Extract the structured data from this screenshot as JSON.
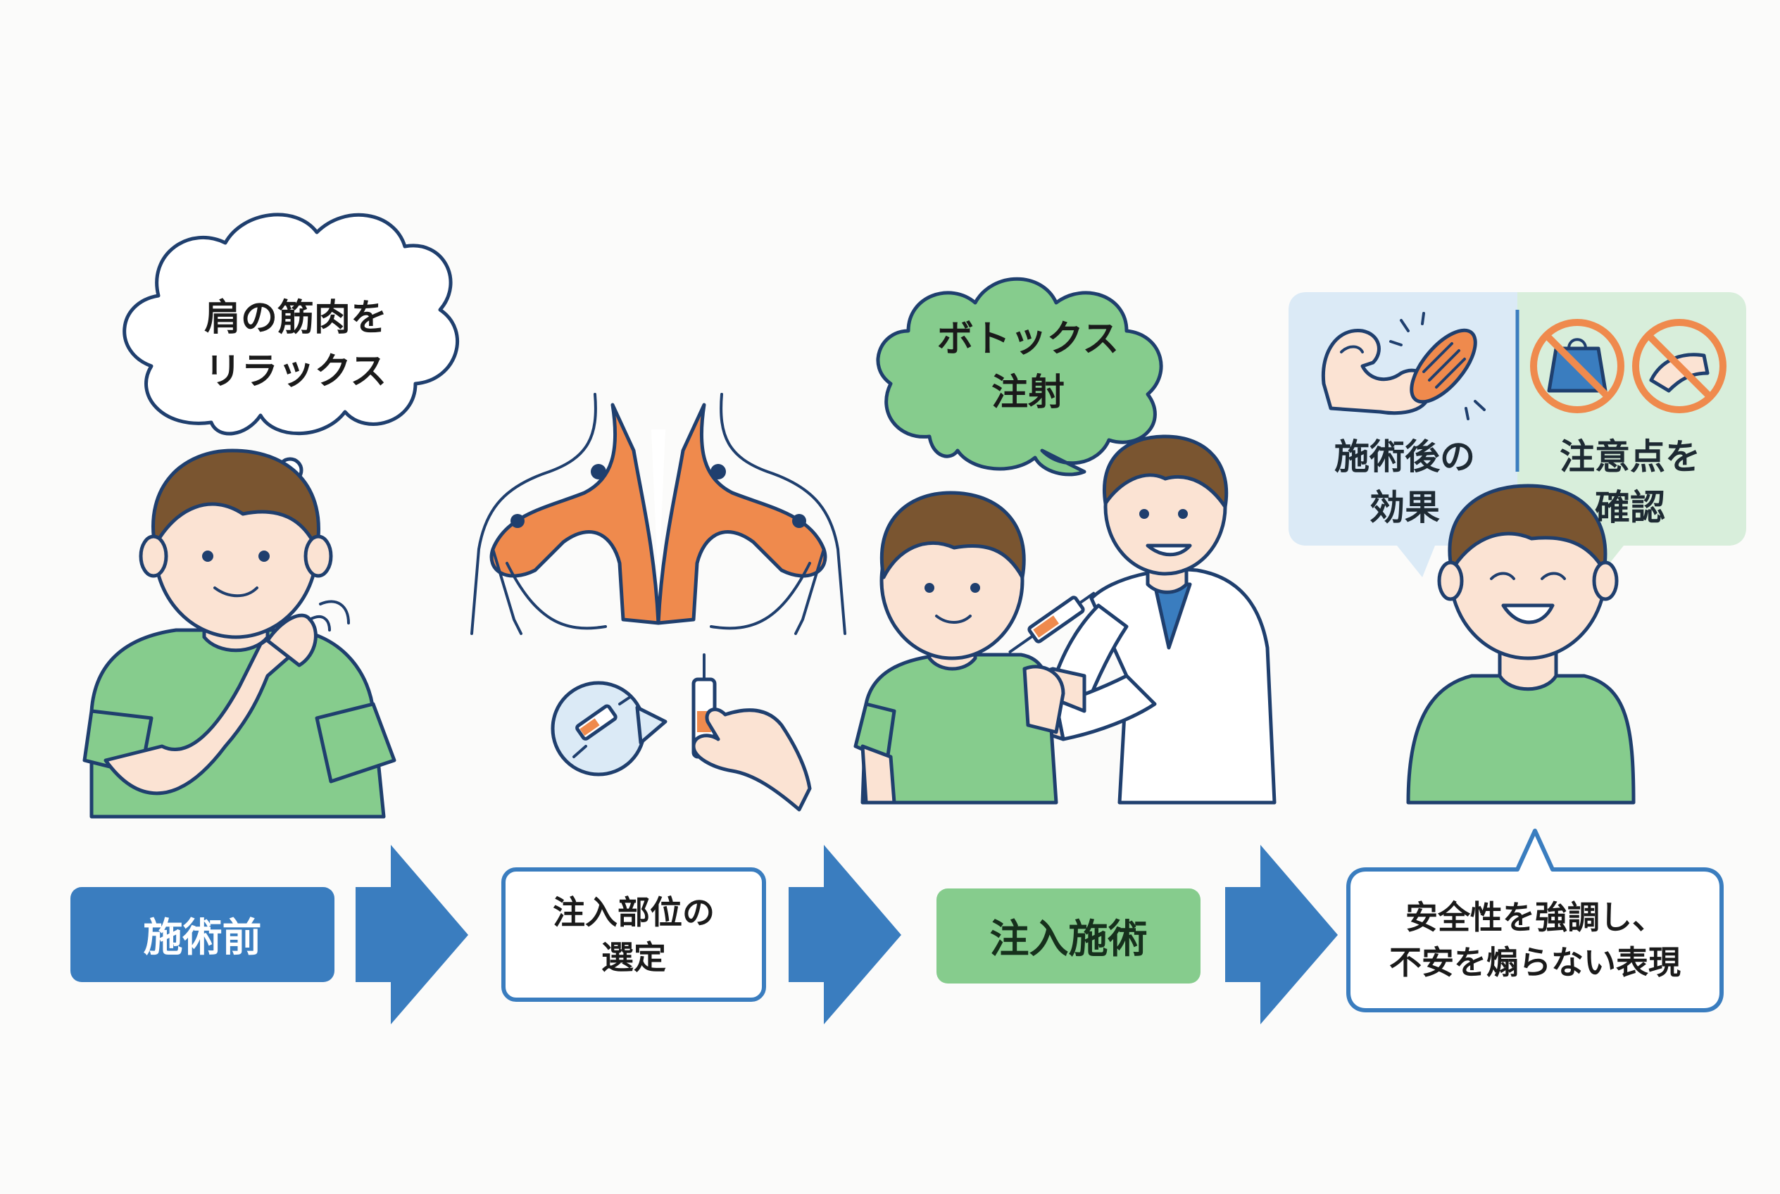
{
  "thought_bubble": {
    "line1": "肩の筋肉を",
    "line2": "リラックス"
  },
  "speech_bubble": {
    "line1": "ボトックス",
    "line2": "注射"
  },
  "info_panel": {
    "left_line1": "施術後の",
    "left_line2": "効果",
    "right_line1": "注意点を",
    "right_line2": "確認"
  },
  "steps": [
    {
      "label": "施術前"
    },
    {
      "label_line1": "注入部位の",
      "label_line2": "選定"
    },
    {
      "label": "注入施術"
    },
    {
      "label_line1": "安全性を強調し、",
      "label_line2": "不安を煽らない表現"
    }
  ],
  "colors": {
    "primary_blue": "#3a7dbf",
    "light_blue": "#dbeaf6",
    "green": "#7dc785",
    "light_green": "#d8eedb",
    "muscle_orange": "#ef8a4d",
    "outline": "#1f3f6e",
    "skin": "#fbe3d3",
    "hair": "#7a5530"
  },
  "icons": [
    "muscle-arm-icon",
    "muscle-fiber-icon",
    "no-weight-icon",
    "no-massage-icon",
    "syringe-icon"
  ]
}
